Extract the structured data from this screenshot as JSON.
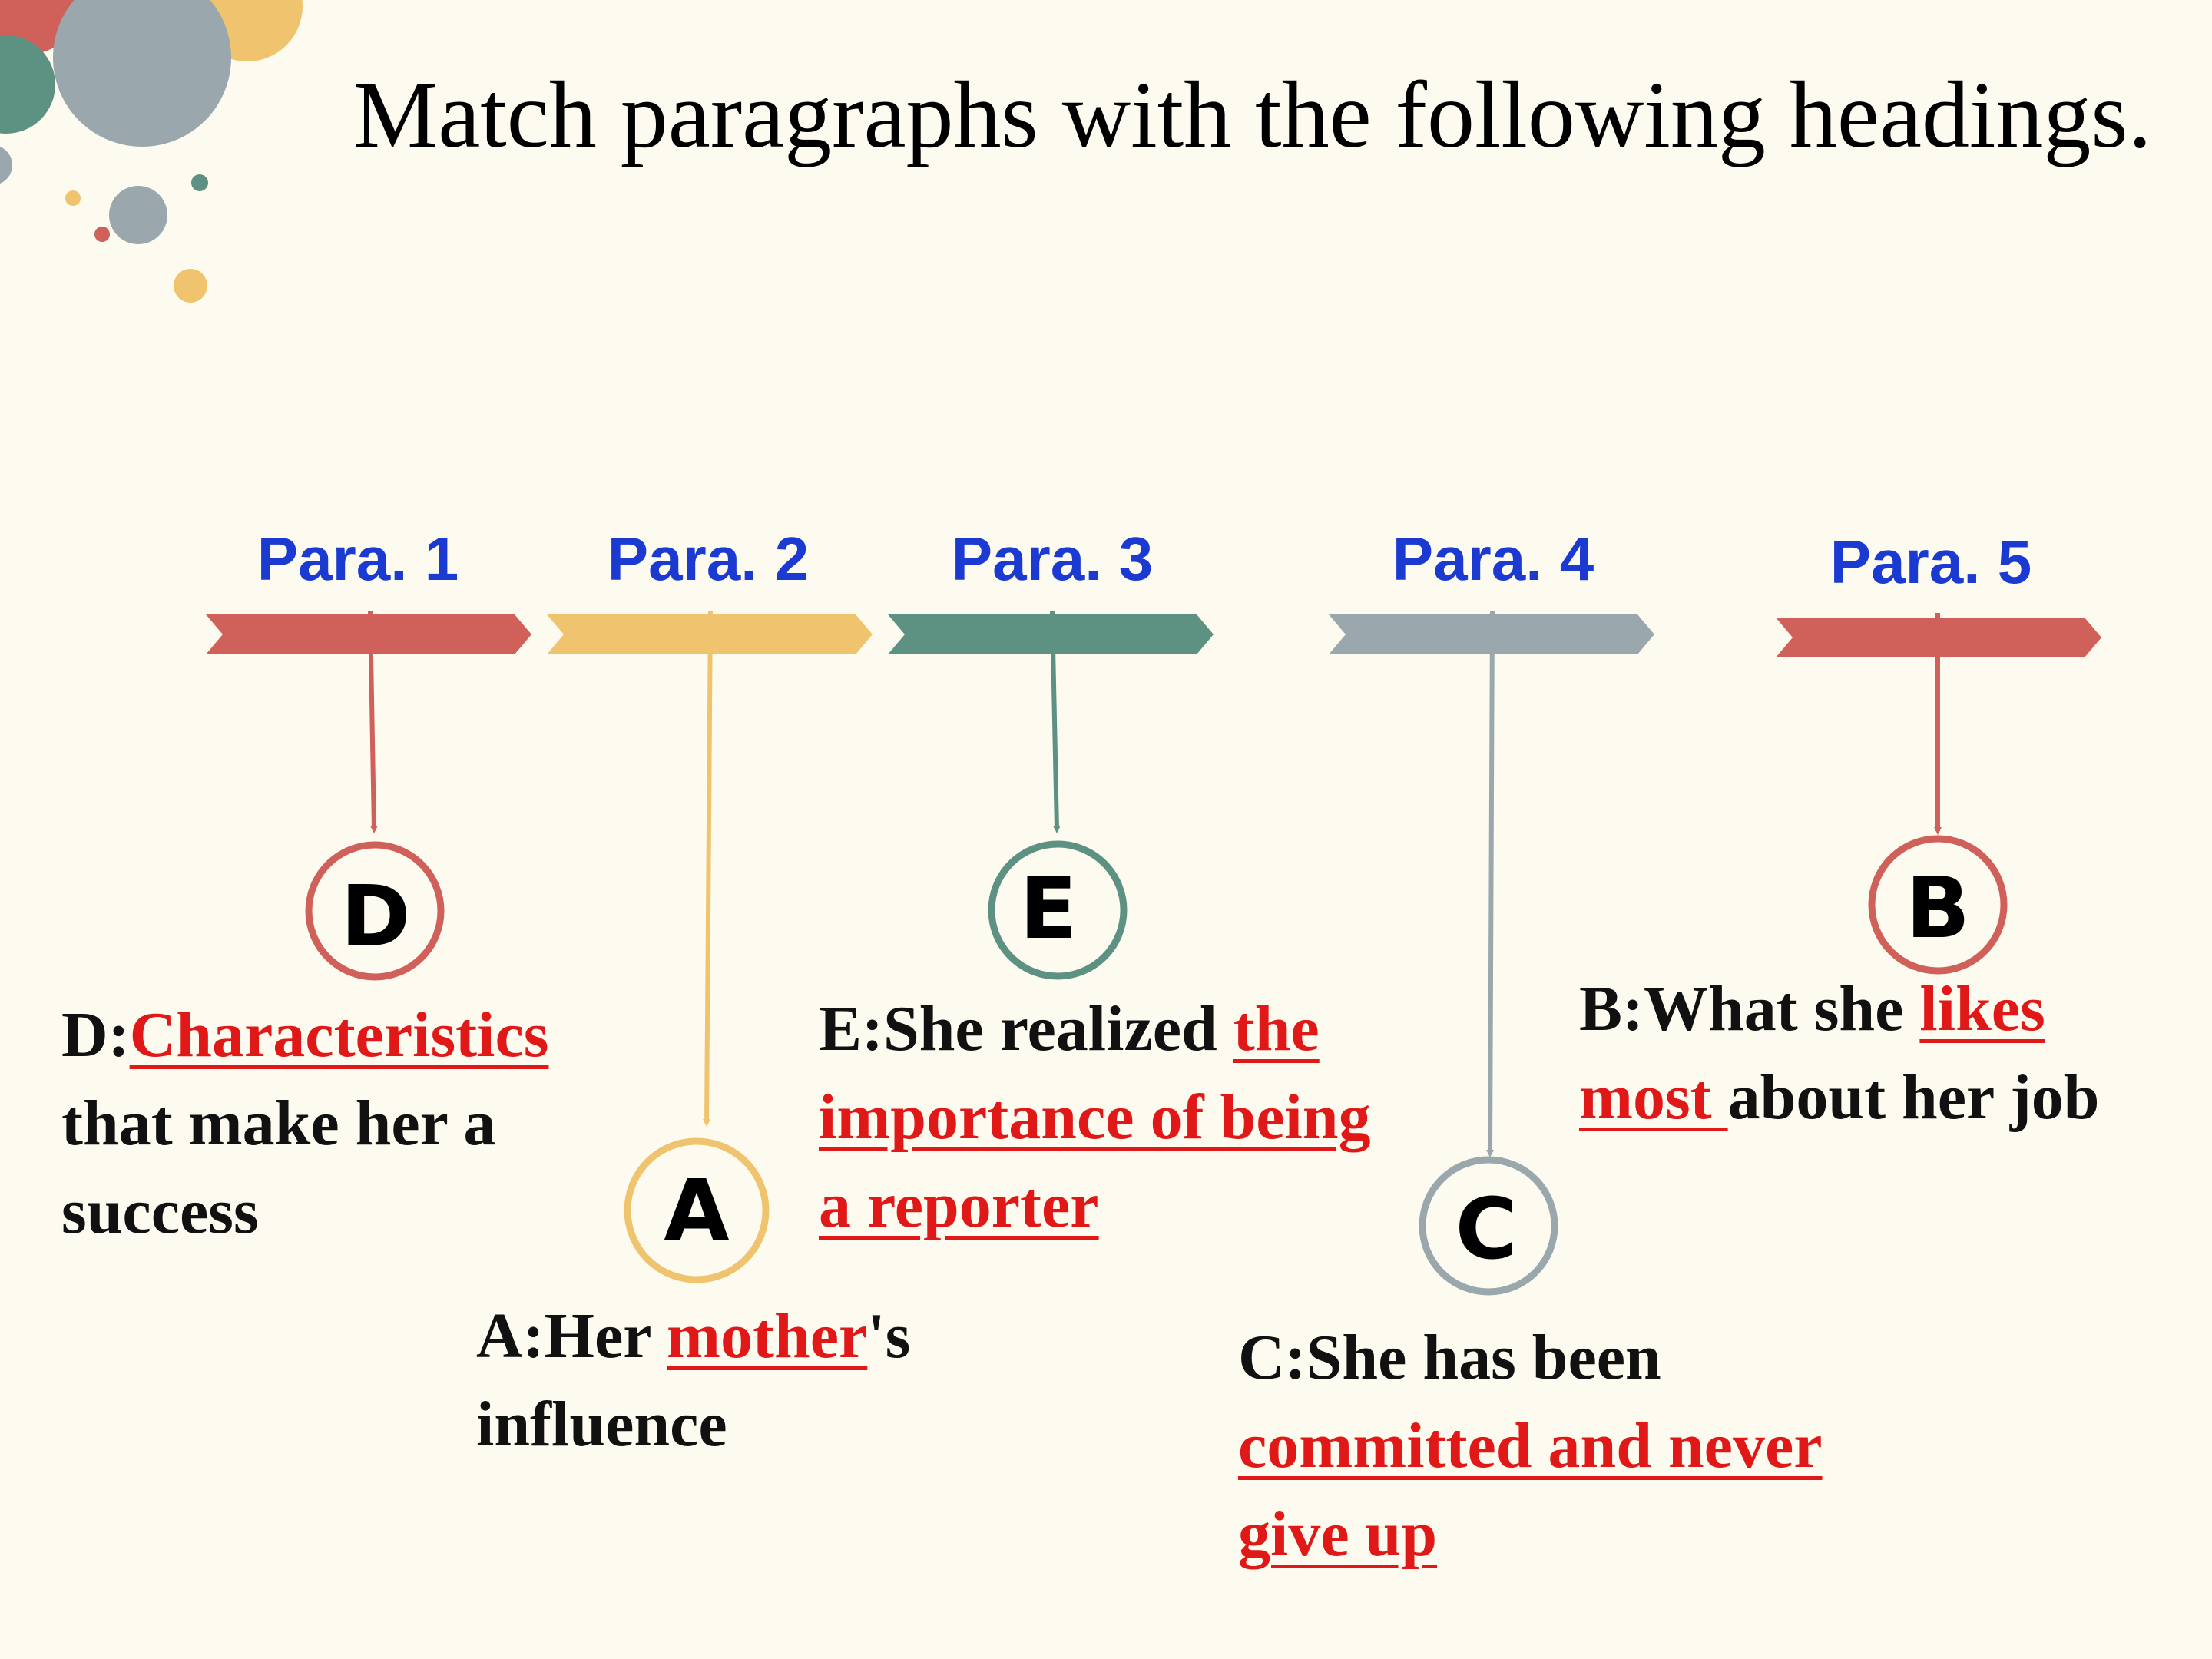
{
  "title": "Match paragraphs with the following headings.",
  "paragraphs": [
    {
      "label": "Para. 1",
      "answer": "D",
      "color": "#d0605a"
    },
    {
      "label": "Para. 2",
      "answer": "A",
      "color": "#f0c46e"
    },
    {
      "label": "Para. 3",
      "answer": "E",
      "color": "#5d9182"
    },
    {
      "label": "Para. 4",
      "answer": "C",
      "color": "#9aa7ad"
    },
    {
      "label": "Para. 5",
      "answer": "B",
      "color": "#d0605a"
    }
  ],
  "headings": {
    "D": {
      "prefix": "D:",
      "highlight": "Characteristics",
      "line2": "that make her a",
      "line3": "success"
    },
    "A": {
      "prefix": "A:Her ",
      "highlight": "mother",
      "suffix": "'s",
      "line2": "influence"
    },
    "E": {
      "prefix": "E:She realized ",
      "highlight1": "the",
      "highlight2": "importance of being",
      "highlight3": "a reporter"
    },
    "C": {
      "line1": "C:She has been",
      "highlight1": "committed and never",
      "highlight2": "give up"
    },
    "B": {
      "prefix": "B:What she ",
      "highlight1": "likes",
      "highlight2": "most ",
      "suffix": "about her job"
    }
  },
  "colors": {
    "label_blue": "#1a3ad2",
    "highlight_red": "#e01818",
    "background": "#fdfbf0"
  }
}
